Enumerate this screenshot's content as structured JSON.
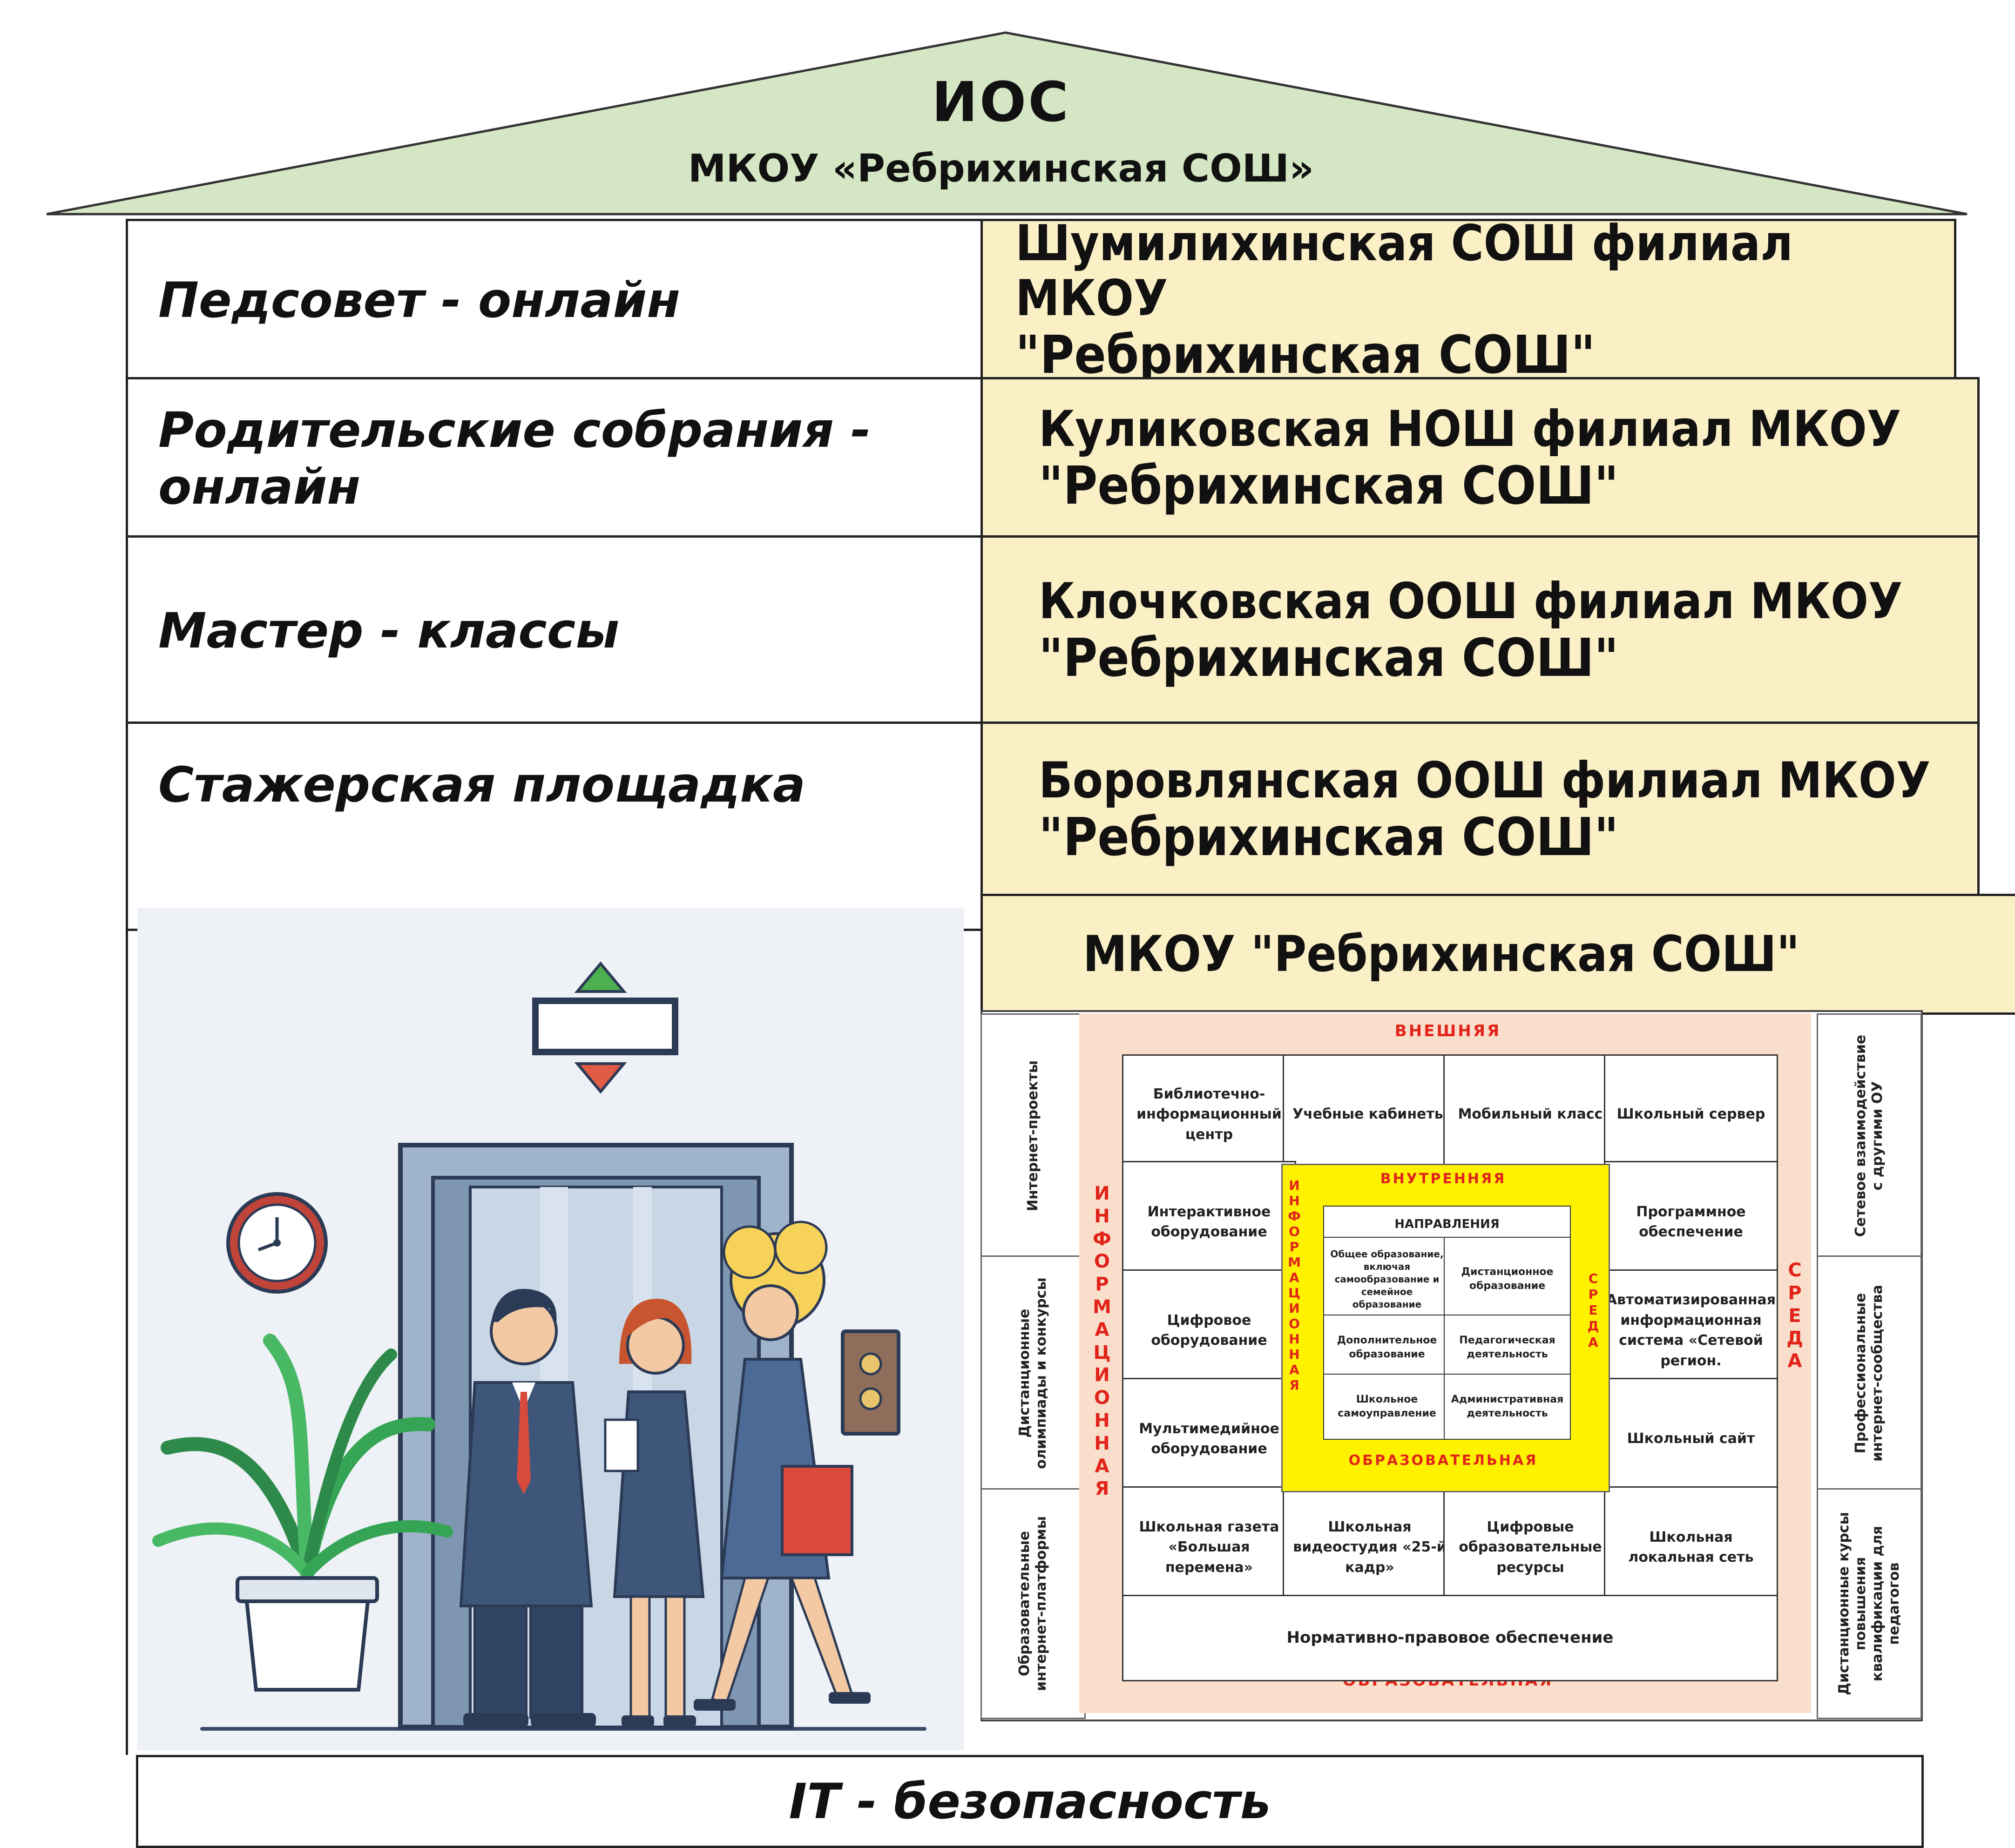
{
  "roof": {
    "title": "ИОС",
    "subtitle": "МКОУ  «Ребрихинская СОШ»"
  },
  "left_rows": [
    "Педсовет - онлайн",
    "Родительские собрания - онлайн",
    "Мастер - классы",
    "Стажерская площадка"
  ],
  "right_rows": [
    {
      "line1": "Шумилихинская СОШ филиал МКОУ",
      "line2": "\"Ребрихинская СОШ\""
    },
    {
      "line1": "Куликовская НОШ филиал МКОУ",
      "line2": "\"Ребрихинская СОШ\""
    },
    {
      "line1": "Клочковская ООШ филиал МКОУ",
      "line2": "\"Ребрихинская СОШ\""
    },
    {
      "line1": "Боровлянская ООШ филиал МКОУ",
      "line2": "\"Ребрихинская СОШ\""
    },
    {
      "line1": "МКОУ   \"Ребрихинская СОШ\"",
      "line2": ""
    }
  ],
  "footer": "IT - безопасность",
  "scheme": {
    "left_side": [
      "Интернет-проекты",
      "Дистанционные олимпиады и конкурсы",
      "Образовательные интернет-платформы"
    ],
    "right_side": [
      "Сетевое взаимодействие с другими ОУ",
      "Профессиональные интернет-сообщества",
      "Дистанционные курсы повышения квалификации для педагогов"
    ],
    "outer_top": "ВНЕШНЯЯ",
    "outer_bottom": "ОБРАЗОВАТЕЛЬНАЯ",
    "outer_left": "ИНФОРМАЦИОННАЯ",
    "outer_right": "СРЕДА",
    "top_row": [
      "Библиотечно-информационный центр",
      "Учебные кабинеты",
      "Мобильный класс",
      "Школьный сервер"
    ],
    "left_col": [
      "Интерактивное оборудование",
      "Цифровое оборудование",
      "Мультимедийное оборудование"
    ],
    "right_col": [
      "Программное обеспечение",
      "Автоматизированная информационная система «Сетевой регион.",
      "Школьный сайт"
    ],
    "bottom_row": [
      "Школьная газета «Большая перемена»",
      "Школьная видеостудия «25-й кадр»",
      "Цифровые образовательные ресурсы",
      "Школьная локальная сеть"
    ],
    "base": "Нормативно-правовое обеспечение",
    "inner_top": "ВНУТРЕННЯЯ",
    "inner_bottom": "ОБРАЗОВАТЕЛЬНАЯ",
    "inner_left": "ИНФОРМАЦИОННАЯ",
    "inner_right": "СРЕДА",
    "directions_title": "НАПРАВЛЕНИЯ",
    "directions": [
      "Общее образование, включая самообразование и семейное образование",
      "Дистанционное образование",
      "Дополнительное образование",
      "Педагогическая деятельность",
      "Школьное самоуправление",
      "Административная деятельность"
    ]
  },
  "colors": {
    "roof": "#d5e6c4",
    "branch_bg": "#fbefc6",
    "peach": "#f9dfcb",
    "inner_yellow": "#fff200",
    "red_text": "#e2231a"
  }
}
